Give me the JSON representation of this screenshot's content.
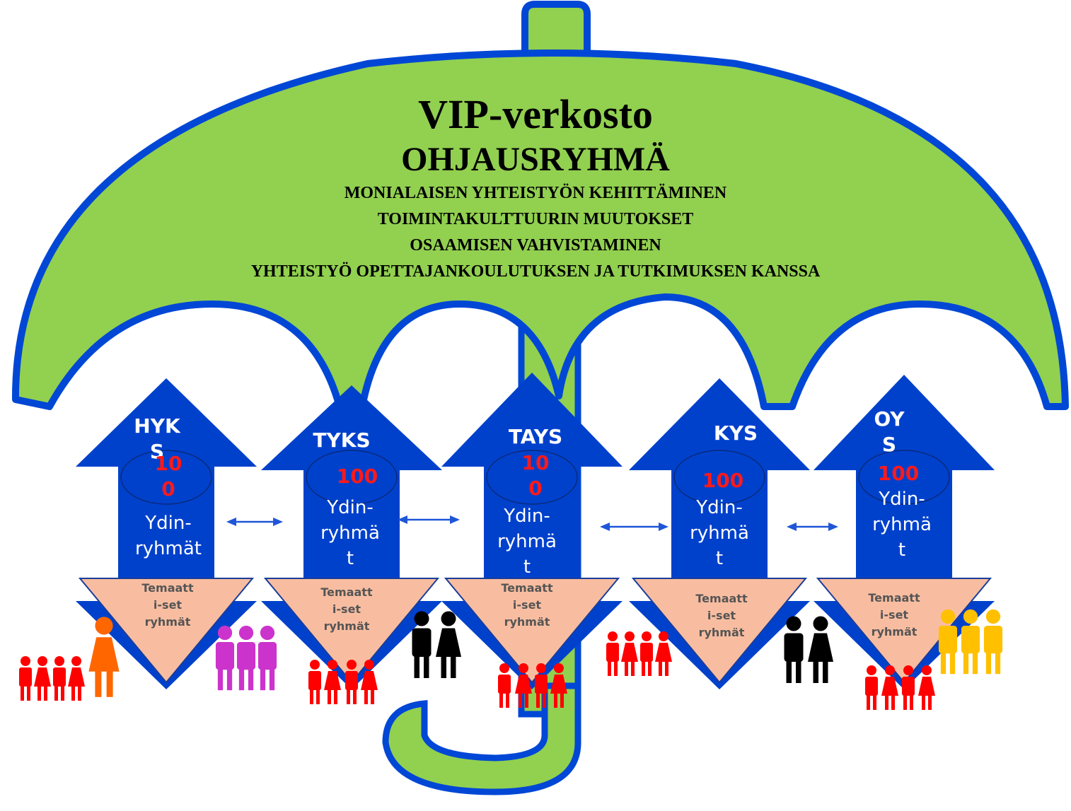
{
  "title": "VIP-verkosto",
  "subtitle": "OHJAUSRYHMÄ",
  "goals": [
    "MONIALAISEN YHTEISTYÖN KEHITTÄMINEN",
    "TOIMINTAKULTTUURIN MUUTOKSET",
    "OSAAMISEN VAHVISTAMINEN",
    "YHTEISTYÖ OPETTAJANKOULUTUKSEN JA TUTKIMUKSEN KANSSA"
  ],
  "sites": [
    {
      "name_lines": [
        "HYK",
        "S"
      ],
      "count_lines": [
        "10",
        "0"
      ],
      "core_lines": [
        "Ydin-",
        "ryhmät"
      ],
      "theme_lines": [
        "Temaatt",
        "i-set",
        "ryhmät"
      ]
    },
    {
      "name_lines": [
        "TYKS"
      ],
      "count_lines": [
        "100"
      ],
      "core_lines": [
        "Ydin-",
        "ryhmä",
        "t"
      ],
      "theme_lines": [
        "Temaatt",
        "i-set",
        "ryhmät"
      ]
    },
    {
      "name_lines": [
        "TAYS"
      ],
      "count_lines": [
        "10",
        "0"
      ],
      "core_lines": [
        "Ydin-",
        "ryhmä",
        "t"
      ],
      "theme_lines": [
        "Temaatt",
        "i-set",
        "ryhmät"
      ]
    },
    {
      "name_lines": [
        "KYS"
      ],
      "count_lines": [
        "100"
      ],
      "core_lines": [
        "Ydin-",
        "ryhmä",
        "t"
      ],
      "theme_lines": [
        "Temaatt",
        "i-set",
        "ryhmät"
      ]
    },
    {
      "name_lines": [
        "OY",
        "S"
      ],
      "count_lines": [
        "100"
      ],
      "core_lines": [
        "Ydin-",
        "ryhmä",
        "t"
      ],
      "theme_lines": [
        "Temaatt",
        "i-set",
        "ryhmät"
      ]
    }
  ],
  "colors": {
    "canopy": "#92d050",
    "outline": "#0047d6",
    "arrow": "#0041cc",
    "triangle": "#f8bda0",
    "count_text": "#ff1a1a",
    "people": [
      "#ff0000",
      "#ff6600",
      "#cc33cc",
      "#000000",
      "#ffc000"
    ]
  },
  "icons": {
    "people": "family-icon",
    "connector": "double-arrow-icon"
  }
}
